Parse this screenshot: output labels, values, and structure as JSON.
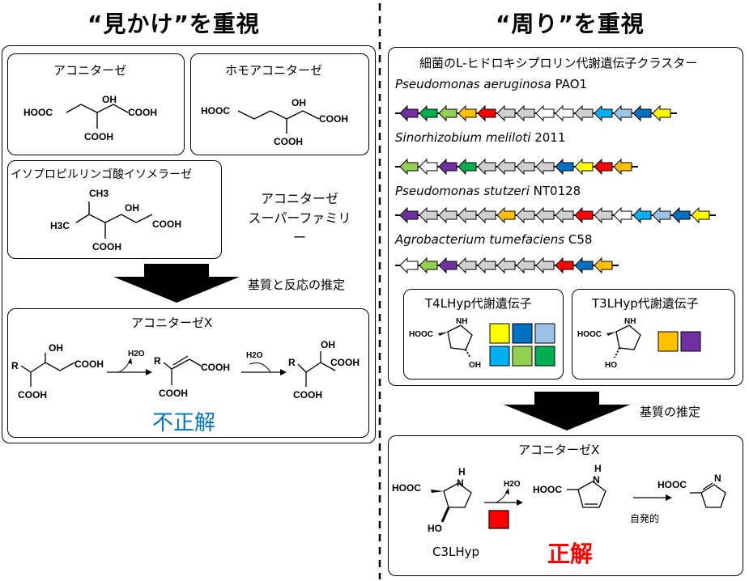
{
  "left": {
    "heading": "“見かけ”を重視",
    "aconitase": {
      "name": "アコニターゼ",
      "groups": [
        "HOOC",
        "OH",
        "COOH",
        "COOH"
      ]
    },
    "homoaconitase": {
      "name": "ホモアコニターゼ",
      "groups": [
        "HOOC",
        "OH",
        "COOH",
        "COOH"
      ]
    },
    "ipmi": {
      "name": "イソプロピルリンゴ酸イソメラーゼ",
      "groups": [
        "CH3",
        "H3C",
        "OH",
        "COOH",
        "COOH"
      ]
    },
    "superfamily": [
      "アコニターゼ",
      "スーパーファミリー"
    ],
    "arrow_label": "基質と反応の推定",
    "result": {
      "name": "アコニターゼX",
      "water1": "H2O",
      "water2": "H2O",
      "r": "R",
      "verdict": "不正解"
    }
  },
  "right": {
    "heading": "“周り”を重視",
    "cluster_title": "細菌のL-ヒドロキシプロリン代謝遺伝子クラスター",
    "organisms": [
      {
        "genus_species": "Pseudomonas aeruginosa",
        "strain": "PAO1"
      },
      {
        "genus_species": "Sinorhizobium meliloti",
        "strain": "2011"
      },
      {
        "genus_species": "Pseudomonas stutzeri",
        "strain": "NT0128"
      },
      {
        "genus_species": "Agrobacterium tumefaciens",
        "strain": "C58"
      }
    ],
    "t4": {
      "name": "T4LHyp代謝遺伝子",
      "groups": [
        "HOOC",
        "NH",
        "OH"
      ]
    },
    "t3": {
      "name": "T3LHyp代謝遺伝子",
      "groups": [
        "HOOC",
        "NH",
        "HO"
      ]
    },
    "arrow_label": "基質の推定",
    "result": {
      "name": "アコニターゼX",
      "water": "H2O",
      "spont": "自発的",
      "substrate": "C3LHyp",
      "groups": [
        "HOOC",
        "H",
        "N",
        "HO",
        "HOOC",
        "H",
        "N",
        "HOOC",
        "N"
      ],
      "verdict": "正解"
    }
  },
  "colors": {
    "purple": "#7030a0",
    "green": "#00b050",
    "lightgreen": "#92d050",
    "orange": "#ffc000",
    "gray": "#d0d0d0",
    "white": "#ffffff",
    "blue": "#0070c0",
    "lightblue": "#9dc3e6",
    "cyan": "#00b0f0",
    "yellow": "#ffff00",
    "red": "#ff0000",
    "verdict_wrong": "#0070c0",
    "verdict_right": "#ff0000"
  },
  "gene_rows": [
    [
      "purple",
      "green",
      "lightgreen",
      "orange",
      "red",
      "gray",
      "gray",
      "white",
      "white",
      "gray",
      "cyan",
      "lightblue",
      "blue",
      "yellow"
    ],
    [
      "lightgreen",
      "white",
      "purple",
      "green",
      "gray",
      "gray",
      "gray",
      "gray",
      "blue",
      "yellow",
      "red",
      "orange"
    ],
    [
      "purple",
      "gray",
      "gray",
      "gray",
      "gray",
      "orange",
      "gray",
      "gray",
      "gray",
      "red",
      "gray",
      "white",
      "cyan",
      "lightblue",
      "blue",
      "yellow"
    ],
    [
      "white",
      "lightgreen",
      "purple",
      "gray",
      "gray",
      "gray",
      "gray",
      "gray",
      "red",
      "blue",
      "orange"
    ]
  ],
  "t4_squares": [
    "yellow",
    "blue",
    "lightblue",
    "cyan",
    "lightgreen",
    "green"
  ],
  "t3_squares": [
    "orange",
    "purple"
  ]
}
